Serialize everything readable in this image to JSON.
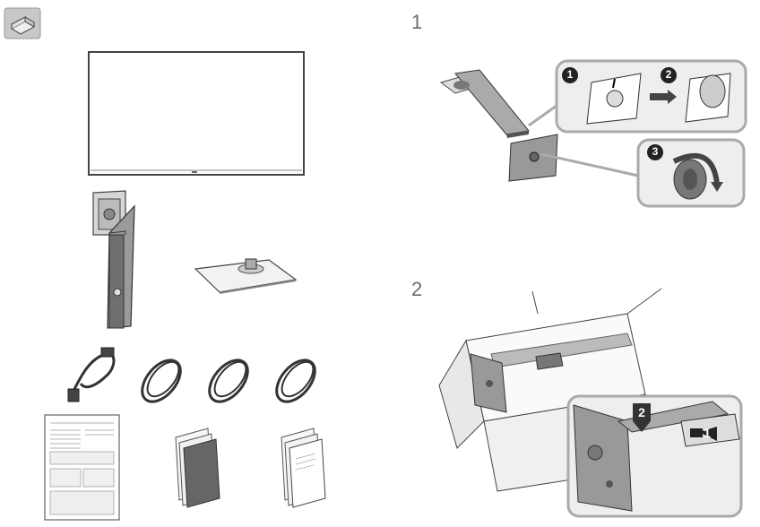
{
  "steps": {
    "step1": "1",
    "step2": "2"
  },
  "callouts": {
    "c1": "1",
    "c2": "2",
    "c3": "3"
  },
  "arrows": {
    "a1": "1",
    "a2": "2"
  },
  "icons": [
    "box-contents-icon"
  ]
}
